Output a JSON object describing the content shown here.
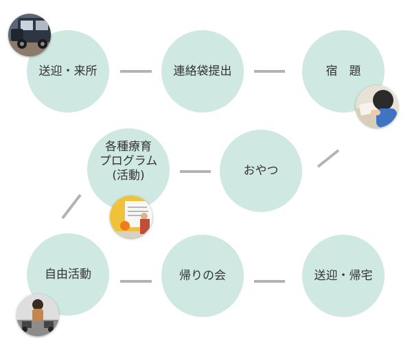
{
  "colors": {
    "circle": "#cfe8e2",
    "connector": "#b3b3b3",
    "text": "#333333"
  },
  "steps": [
    {
      "id": "pickup",
      "label": "送迎・来所"
    },
    {
      "id": "notebook",
      "label": "連絡袋提出"
    },
    {
      "id": "homework",
      "label": "宿　題"
    },
    {
      "id": "snack",
      "label": "おやつ"
    },
    {
      "id": "program",
      "label_lines": [
        "各種療育",
        "プログラム",
        "(活動)"
      ]
    },
    {
      "id": "free",
      "label": "自由活動"
    },
    {
      "id": "meeting",
      "label": "帰りの会"
    },
    {
      "id": "home",
      "label": "送迎・帰宅"
    }
  ],
  "photos": [
    {
      "id": "van",
      "icon": "van-photo-icon"
    },
    {
      "id": "study",
      "icon": "child-studying-photo-icon"
    },
    {
      "id": "activity",
      "icon": "classroom-activity-photo-icon"
    },
    {
      "id": "play",
      "icon": "child-playing-photo-icon"
    }
  ]
}
